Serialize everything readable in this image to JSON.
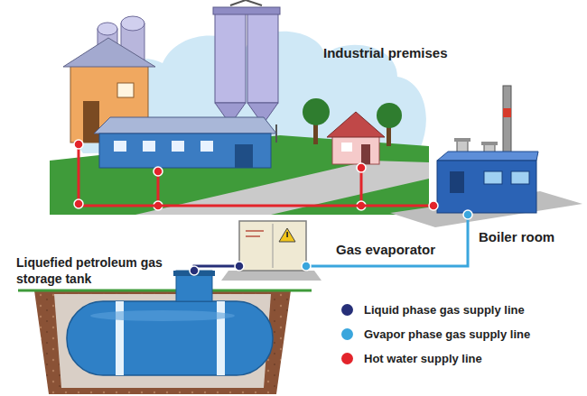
{
  "diagram": {
    "nodes": [
      {
        "text": [
          "Industrial premises"
        ]
      },
      {
        "text": [
          "Boiler room"
        ]
      },
      {
        "text": [
          "Gas evaporator"
        ]
      },
      {
        "text": [
          "Liquefied petroleum gas storage tank"
        ]
      }
    ],
    "edges": [
      {
        "from": 3,
        "to": 2,
        "arrow": "none"
      },
      {
        "from": 2,
        "to": 1,
        "arrow": "none"
      },
      {
        "from": 1,
        "to": 0,
        "arrow": "none"
      }
    ],
    "legend": [
      {
        "text": "Liquid phase gas supply line",
        "color": "#262f78"
      },
      {
        "text": "Gvapor phase gas supply line",
        "color": "#3aa6dd"
      },
      {
        "text": "Hot water supply line",
        "color": "#e3242b"
      }
    ]
  }
}
